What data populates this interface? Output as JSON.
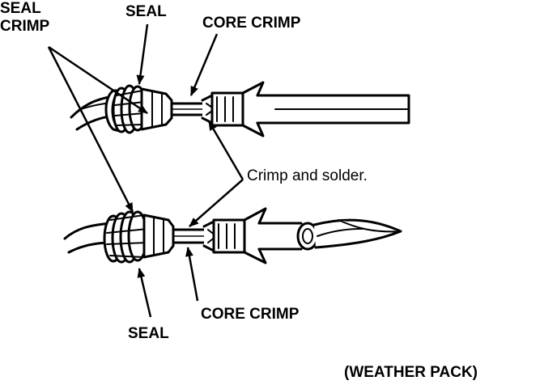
{
  "labels": {
    "seal_crimp": "SEAL CRIMP",
    "seal_top": "SEAL",
    "core_crimp_top": "CORE CRIMP",
    "crimp_and_solder": "Crimp and solder.",
    "seal_bottom": "SEAL",
    "core_crimp_bottom": "CORE CRIMP",
    "weather_pack": "(WEATHER PACK)"
  },
  "colors": {
    "ink": "#000000",
    "paper": "#ffffff"
  }
}
